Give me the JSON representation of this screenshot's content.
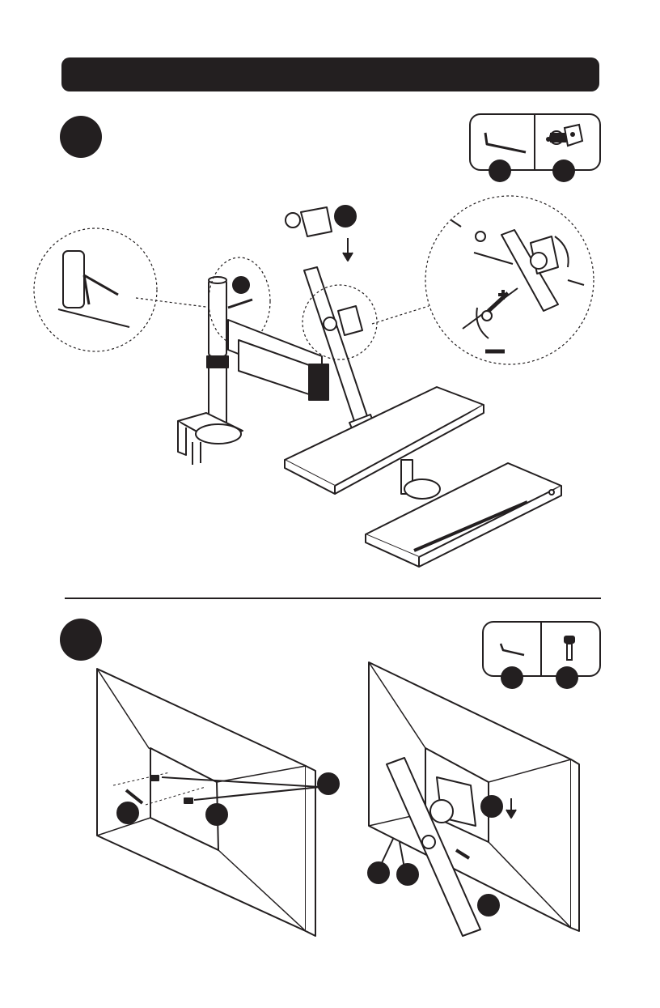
{
  "page": {
    "header_title": "",
    "steps": [
      {
        "number": "",
        "parts": [
          "allen-key",
          "monitor-mount-bracket"
        ]
      },
      {
        "number": "",
        "parts": [
          "small-allen-key",
          "mounting-screw"
        ]
      }
    ]
  },
  "colors": {
    "ink": "#231f20",
    "paper": "#ffffff"
  }
}
